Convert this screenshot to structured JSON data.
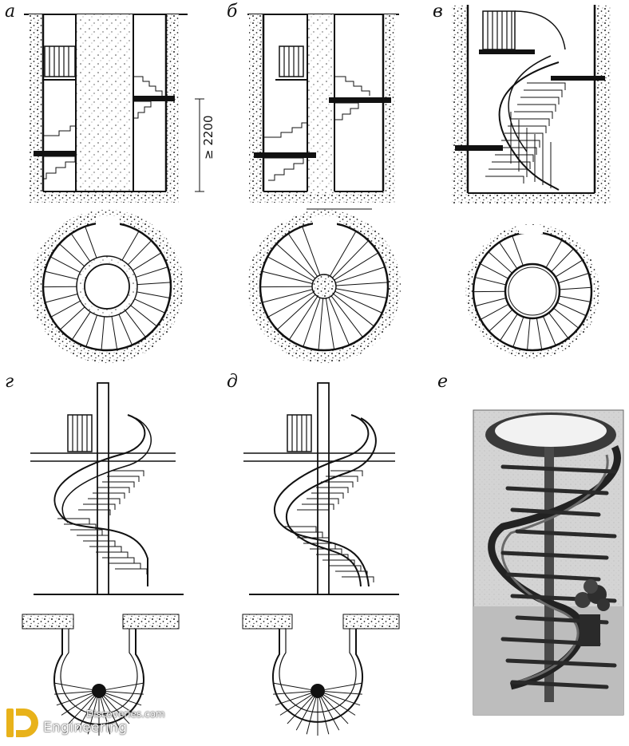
{
  "labels": {
    "a": "а",
    "b": "б",
    "v": "в",
    "g": "г",
    "d": "д",
    "e": "е"
  },
  "dimension": "≥ 2200",
  "watermark": {
    "line1": "Discoveries.com",
    "line2": "Engineering"
  },
  "colors": {
    "ink": "#111111",
    "brand": "#e8b21a",
    "photo_bg": "#cfcfcf"
  }
}
